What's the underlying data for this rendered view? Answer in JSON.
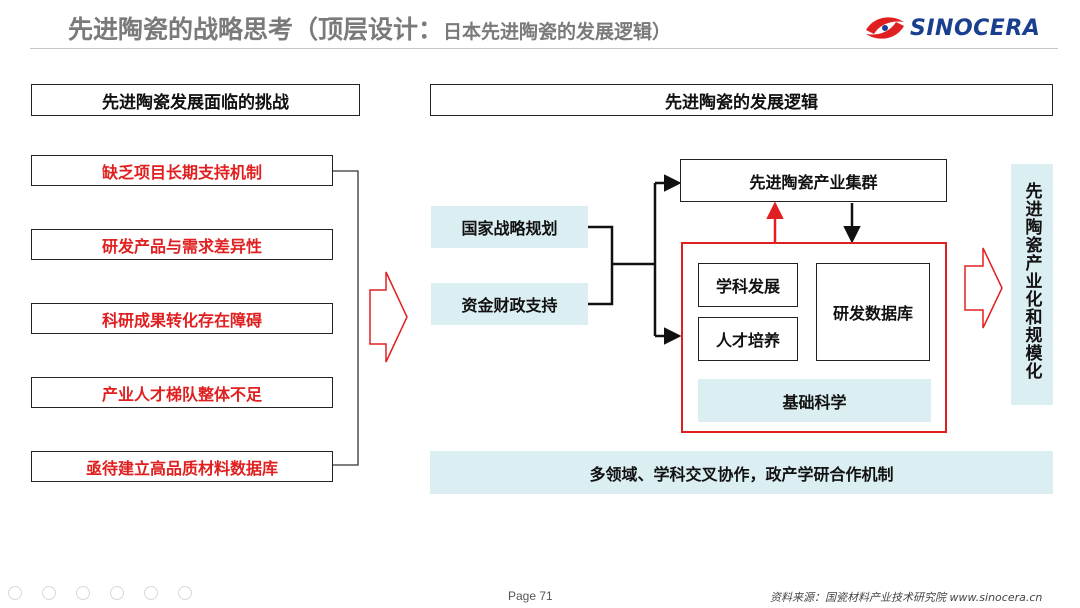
{
  "title": {
    "main": "先进陶瓷的战略思考（顶层设计：",
    "sub": "日本先进陶瓷的发展逻辑）"
  },
  "logo": {
    "text": "SINOCERA",
    "icon": "sinocera-logo-icon"
  },
  "left_header": "先进陶瓷发展面临的挑战",
  "right_header": "先进陶瓷的发展逻辑",
  "challenges": [
    "缺乏项目长期支持机制",
    "研发产品与需求差异性",
    "科研成果转化存在障碍",
    "产业人才梯队整体不足",
    "亟待建立高品质材料数据库"
  ],
  "inputs": {
    "strategy": "国家战略规划",
    "finance": "资金财政支持"
  },
  "cluster": "先进陶瓷产业集群",
  "core": {
    "discipline": "学科发展",
    "talent": "人才培养",
    "database": "研发数据库",
    "basic_science": "基础科学"
  },
  "collaboration": "多领域、学科交叉协作，政产学研合作机制",
  "outcome": "先进陶瓷产业化和规模化",
  "colors": {
    "accent_red": "#e02020",
    "light_blue": "#dbeef2",
    "logo_blue": "#1a3f8f"
  },
  "footer": {
    "page": "Page 71",
    "source": "资料来源：国瓷材料产业技术研究院  www.sinocera.cn"
  }
}
